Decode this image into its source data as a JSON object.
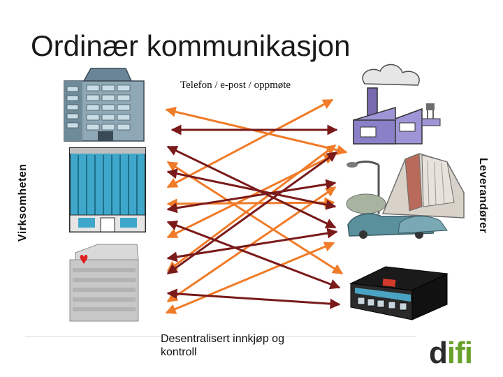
{
  "slide": {
    "title": "Ordinær kommunikasjon",
    "subtitle": "Telefon / e-post / oppmøte",
    "left_label": "Virksomheten",
    "right_label": "Leverandører",
    "bottom_caption_line1": "Desentralisert innkjøp og",
    "bottom_caption_line2": "kontroll",
    "logo_first": "d",
    "logo_rest": "ifi"
  },
  "colors": {
    "orange": "#f07b28",
    "maroon": "#7a1a1a",
    "logo_green": "#6aa12c"
  },
  "icons": {
    "left": [
      "office-tower-icon",
      "glass-office-icon",
      "hospital-building-icon"
    ],
    "right": [
      "factory-icon",
      "shopping-mall-icon",
      "store-building-icon"
    ]
  }
}
